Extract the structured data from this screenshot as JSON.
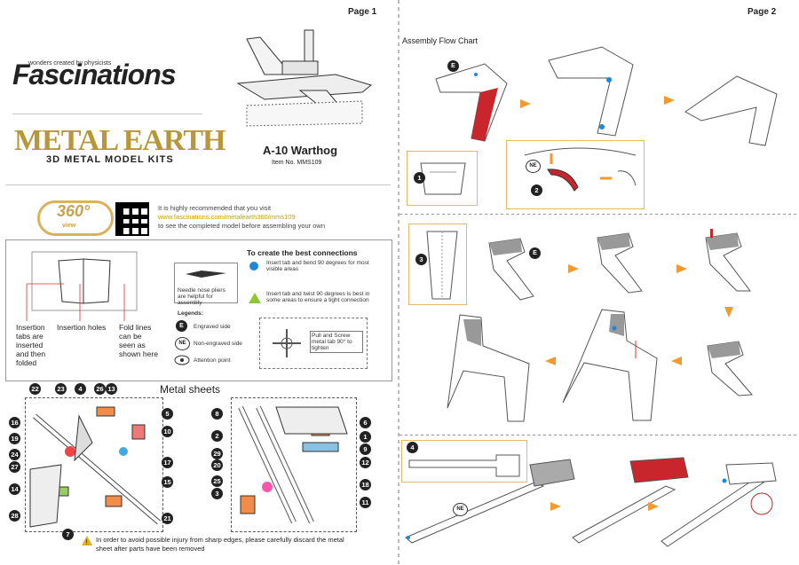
{
  "page1": {
    "page_label": "Page 1",
    "brand_tagline": "wonders created by physicists",
    "brand_name": "Fascinations",
    "series_name": "METAL EARTH",
    "series_sub": "3D METAL MODEL KITS",
    "model_title": "A-10 Warthog",
    "item_no": "Item No. MMS109",
    "badge_number": "360°",
    "badge_word": "view",
    "recommend_line1": "It is highly recommended that you visit",
    "recommend_url": "www.fascinations.com/metalearth360/mms109",
    "recommend_line2": "to see the completed model before assembling your own",
    "labels": {
      "insertion_tabs": "Insertion tabs are inserted and then folded",
      "insertion_holes": "Insertion holes",
      "fold_lines": "Fold lines can be seen as shown here"
    },
    "pliers_note": "Needle nose pliers are helpful for assembly",
    "legends_title": "Legends:",
    "legend_items": [
      {
        "badge": "E",
        "text": "Engraved side"
      },
      {
        "badge": "NE",
        "text": "Non-engraved side"
      },
      {
        "badge": "",
        "text": "Attention point"
      }
    ],
    "connections_title": "To create the best connections",
    "connections": [
      {
        "text": "Insert tab and bend 90 degrees for most visible areas"
      },
      {
        "text": "Insert tab and twist 90 degrees is best in some areas to ensure a tight connection"
      }
    ],
    "twist_note": "Pull and Screw metal tab 90° to tighten",
    "metal_sheets_title": "Metal sheets",
    "sheet_numbers_left": [
      "22",
      "23",
      "4",
      "26",
      "13",
      "16",
      "19",
      "24",
      "27",
      "14",
      "28",
      "5",
      "10",
      "17",
      "15",
      "21"
    ],
    "sheet_numbers_right": [
      "8",
      "2",
      "29",
      "20",
      "25",
      "3",
      "6",
      "1",
      "9",
      "12",
      "18",
      "11"
    ],
    "warning_number": "7",
    "warning_text": "In order to avoid possible injury from sharp edges, please carefully discard the metal sheet after parts have been removed"
  },
  "page2": {
    "page_label": "Page 2",
    "flow_title": "Assembly Flow Chart",
    "step_numbers": [
      "1",
      "2",
      "3",
      "4"
    ],
    "badges": {
      "engraved": "E",
      "non_engraved": "NE"
    }
  },
  "colors": {
    "gold": "#b8963a",
    "orange_arrow": "#f29a2e",
    "red_part": "#c8252c",
    "blue_dot": "#1e88d6",
    "green_triangle": "#8dc63f"
  }
}
